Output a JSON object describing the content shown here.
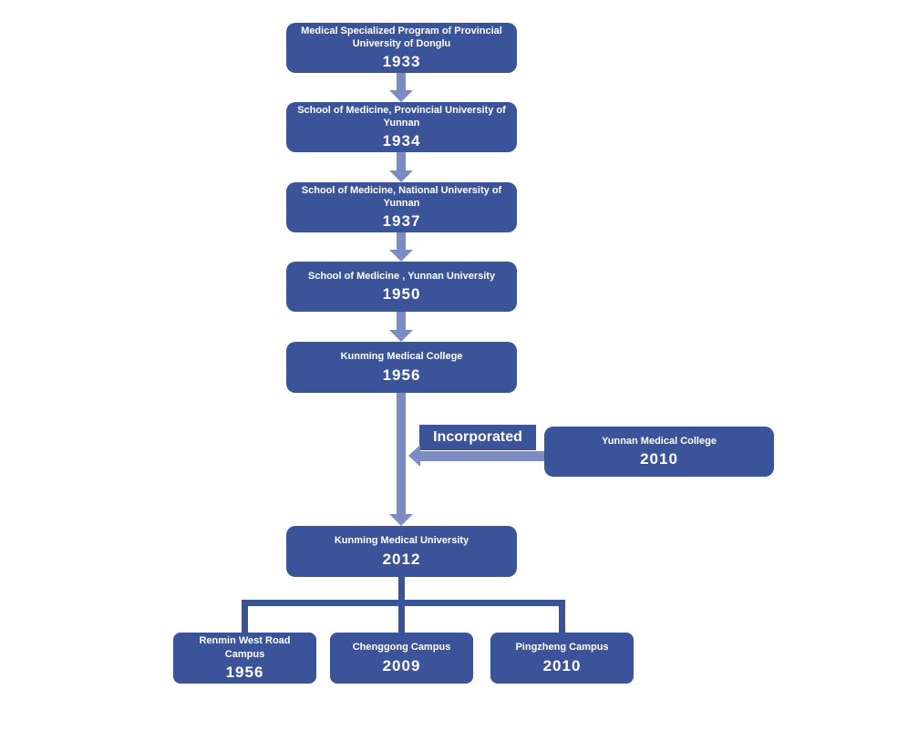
{
  "colors": {
    "node_fill": "#3b5499",
    "arrow": "#7c8cc2",
    "connector": "#3a5397",
    "node_text": "#ffffff",
    "background": "#ffffff"
  },
  "timeline": [
    {
      "name": "Medical Specialized Program of Provincial University of Donglu",
      "year": "1933"
    },
    {
      "name": "School of Medicine, Provincial University of Yunnan",
      "year": "1934"
    },
    {
      "name": "School of Medicine, National University of Yunnan",
      "year": "1937"
    },
    {
      "name": "School of Medicine , Yunnan University",
      "year": "1950"
    },
    {
      "name": "Kunming Medical College",
      "year": "1956"
    },
    {
      "name": "Kunming Medical University",
      "year": "2012"
    }
  ],
  "incorporation": {
    "label": "Incorporated",
    "node": {
      "name": "Yunnan Medical College",
      "year": "2010"
    }
  },
  "campuses": [
    {
      "name": "Renmin West Road Campus",
      "year": "1956"
    },
    {
      "name": "Chenggong Campus",
      "year": "2009"
    },
    {
      "name": "Pingzheng Campus",
      "year": "2010"
    }
  ]
}
